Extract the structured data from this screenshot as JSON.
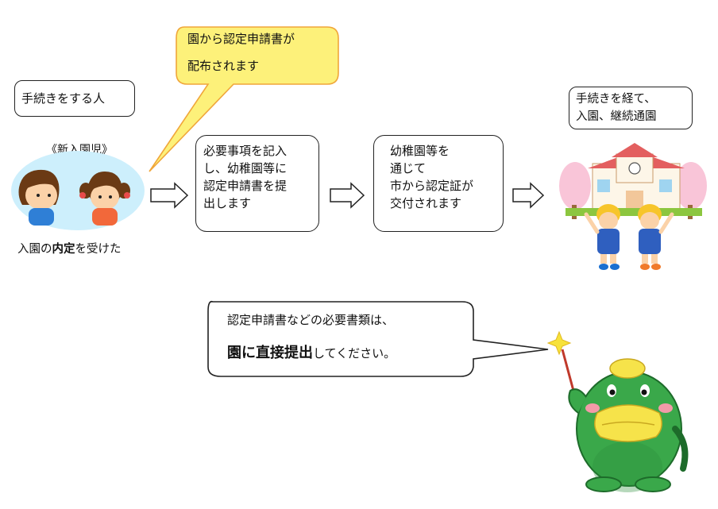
{
  "diagram": {
    "person_box": "手続きをする人",
    "new_child_label": "《新入園児》",
    "naitei_prefix": "入園の",
    "naitei_bold": "内定",
    "naitei_suffix": "を受けた",
    "bubble_lines": [
      "園から認定申請書が",
      "配布されます"
    ],
    "step1_lines": [
      "必要事項を記入",
      "し、幼稚園等に",
      "認定申請書を提",
      "出します"
    ],
    "step2_lines": [
      "幼稚園等を",
      "通じて",
      "市から認定証が",
      "交付されます"
    ],
    "result_lines": [
      "手続きを経て、",
      "入園、継続通園"
    ],
    "note_line1": "認定申請書などの必要書類は、",
    "note_bold": "園に直接提出",
    "note_suffix": "してください。"
  },
  "colors": {
    "bubble_fill": "#fdf17a",
    "bubble_border": "#f0a63a",
    "child_circle": "#cdeffc",
    "mascot_green": "#3aa84a",
    "mascot_yellow": "#f6e34a"
  }
}
